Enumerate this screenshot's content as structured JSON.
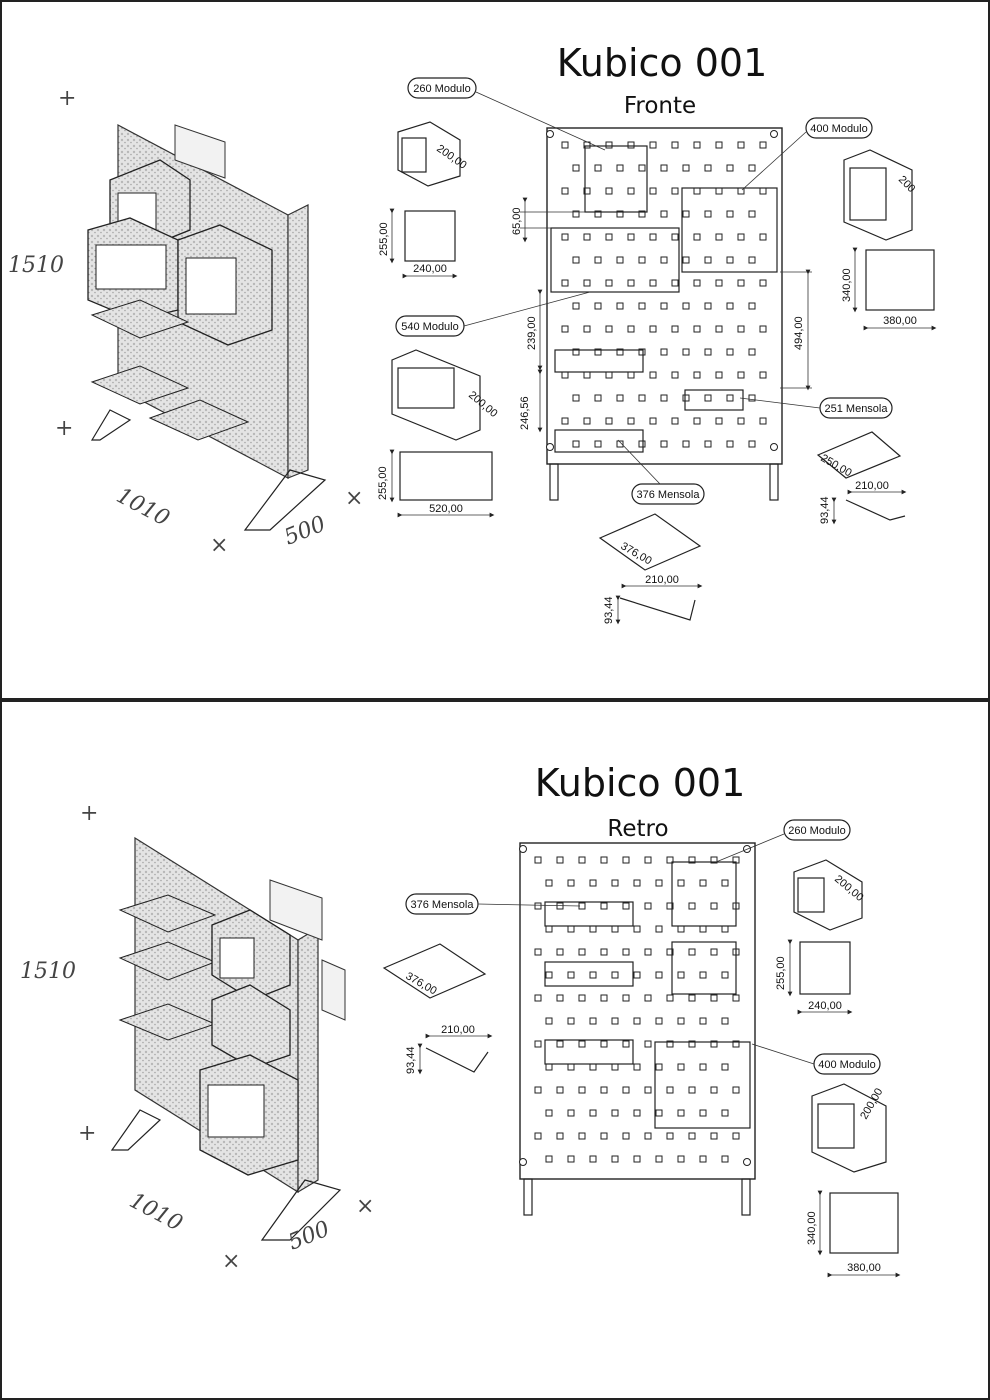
{
  "colors": {
    "ink": "#222222",
    "paper": "#ffffff",
    "sketch_fill": "#cfcfcf"
  },
  "sheet_front": {
    "title": "Kubico 001",
    "subtitle": "Fronte",
    "sketch_dims": {
      "height": "1510",
      "width": "1010",
      "depth": "500"
    },
    "callouts": {
      "mod260": "260 Modulo",
      "mod400": "400 Modulo",
      "mod540": "540 Modulo",
      "men251": "251 Mensola",
      "men376": "376 Mensola"
    },
    "dims": {
      "d65": "65,00",
      "d239": "239,00",
      "d246": "246,56",
      "d494": "494,00",
      "cube260_depth": "200,00",
      "cube260_h": "255,00",
      "cube260_w": "240,00",
      "cube400_depth": "200",
      "cube400_h": "340,00",
      "cube400_w": "380,00",
      "cube540_depth": "200,00",
      "cube540_h": "255,00",
      "cube540_w": "520,00",
      "shelf251_len": "250,00",
      "shelf251_w": "210,00",
      "shelf251_h": "93,44",
      "shelf376_len": "376,00",
      "shelf376_w": "210,00",
      "shelf376_h": "93,44"
    }
  },
  "sheet_back": {
    "title": "Kubico 001",
    "subtitle": "Retro",
    "sketch_dims": {
      "height": "1510",
      "width": "1010",
      "depth": "500"
    },
    "callouts": {
      "mod260": "260 Modulo",
      "mod400": "400 Modulo",
      "men376": "376 Mensola"
    },
    "dims": {
      "shelf376_len": "376,00",
      "shelf376_w": "210,00",
      "shelf376_h": "93,44",
      "cube260_depth": "200,00",
      "cube260_h": "255,00",
      "cube260_w": "240,00",
      "cube400_depth": "200,00",
      "cube400_h": "340,00",
      "cube400_w": "380,00"
    }
  }
}
